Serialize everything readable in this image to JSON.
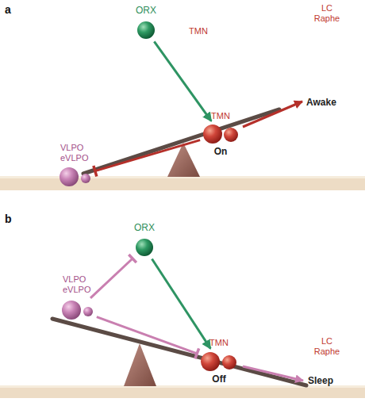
{
  "diagram": {
    "nodes": [
      {
        "text": [
          "ORX"
        ]
      },
      {
        "text": [
          "TMN",
          "On"
        ]
      },
      {
        "text": [
          "VLPO eVLPO"
        ]
      },
      {
        "text": [
          "ORX"
        ]
      },
      {
        "text": [
          "VLPO eVLPO"
        ]
      },
      {
        "text": [
          "TMN",
          "Off"
        ]
      }
    ],
    "edges": [
      {
        "from": 0,
        "to": 1,
        "arrow": "to"
      },
      {
        "from": 1,
        "to": 2,
        "arrow": "to"
      },
      {
        "from": 4,
        "to": 3,
        "arrow": "to"
      },
      {
        "from": 3,
        "to": 5,
        "arrow": "to"
      },
      {
        "from": 4,
        "to": 5,
        "arrow": "to"
      }
    ],
    "labels": [
      "a",
      "TMN",
      "LC Raphe",
      "Awake",
      "b",
      "LC Raphe",
      "Sleep"
    ]
  }
}
